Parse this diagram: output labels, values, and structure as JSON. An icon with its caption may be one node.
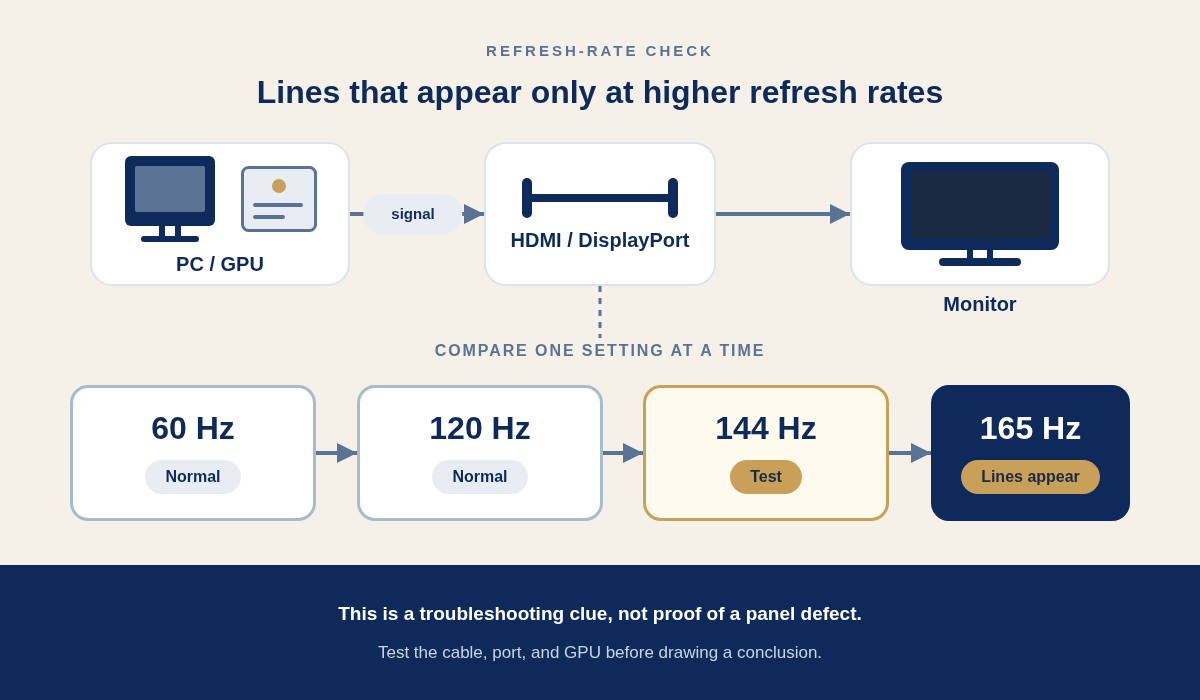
{
  "diagram": {
    "title": "Lines that appear only at higher refresh rates",
    "nodes": [
      {
        "text": [
          "PC / GPU"
        ]
      },
      {
        "text": [
          "HDMI / DisplayPort"
        ]
      },
      {
        "text": [
          "Monitor"
        ]
      },
      {
        "text": [
          "COMPARE ONE SETTING AT A TIME"
        ]
      },
      {
        "text": [
          "60 Hz",
          "Normal"
        ]
      },
      {
        "text": [
          "120 Hz",
          "Normal"
        ]
      },
      {
        "text": [
          "144 Hz",
          "Test"
        ]
      },
      {
        "text": [
          "165 Hz",
          "Lines appear"
        ]
      }
    ],
    "edges": [
      {
        "from": 0,
        "to": 1,
        "arrow": "to",
        "label": "signal"
      },
      {
        "from": 1,
        "to": 2,
        "arrow": "to"
      },
      {
        "from": 1,
        "to": 3,
        "arrow": "none",
        "style": "dashed"
      },
      {
        "from": 4,
        "to": 5,
        "arrow": "to"
      },
      {
        "from": 5,
        "to": 6,
        "arrow": "to"
      },
      {
        "from": 6,
        "to": 7,
        "arrow": "to"
      }
    ],
    "labels": [
      "REFRESH-RATE CHECK",
      "This is a troubleshooting clue, not proof of a panel defect.",
      "Test the cable, port, and GPU before drawing a conclusion."
    ]
  }
}
